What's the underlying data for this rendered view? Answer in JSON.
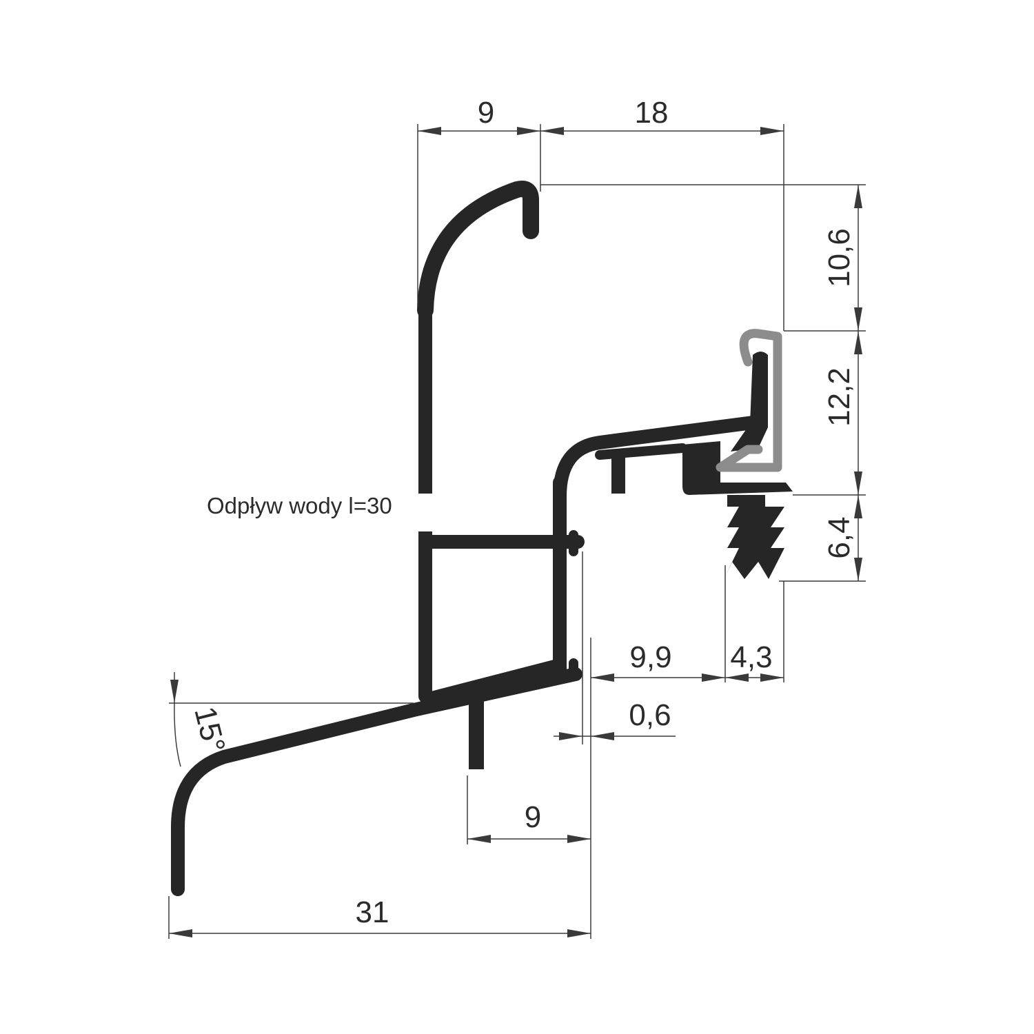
{
  "drawing": {
    "water_drain_label": "Odpływ wody l=30",
    "dimensions": {
      "top_left_width": "9",
      "top_right_width": "18",
      "right_height_upper": "10,6",
      "right_height_middle": "12,2",
      "right_height_lower": "6,4",
      "bottom_gap": "9,9",
      "bottom_teeth": "4,3",
      "small_offset": "0,6",
      "leg_offset": "9",
      "total_width": "31",
      "angle": "15°"
    }
  },
  "colors": {
    "profile": "#262626",
    "gasket": "#8c8c8c",
    "dimension": "#3a3a3a"
  }
}
